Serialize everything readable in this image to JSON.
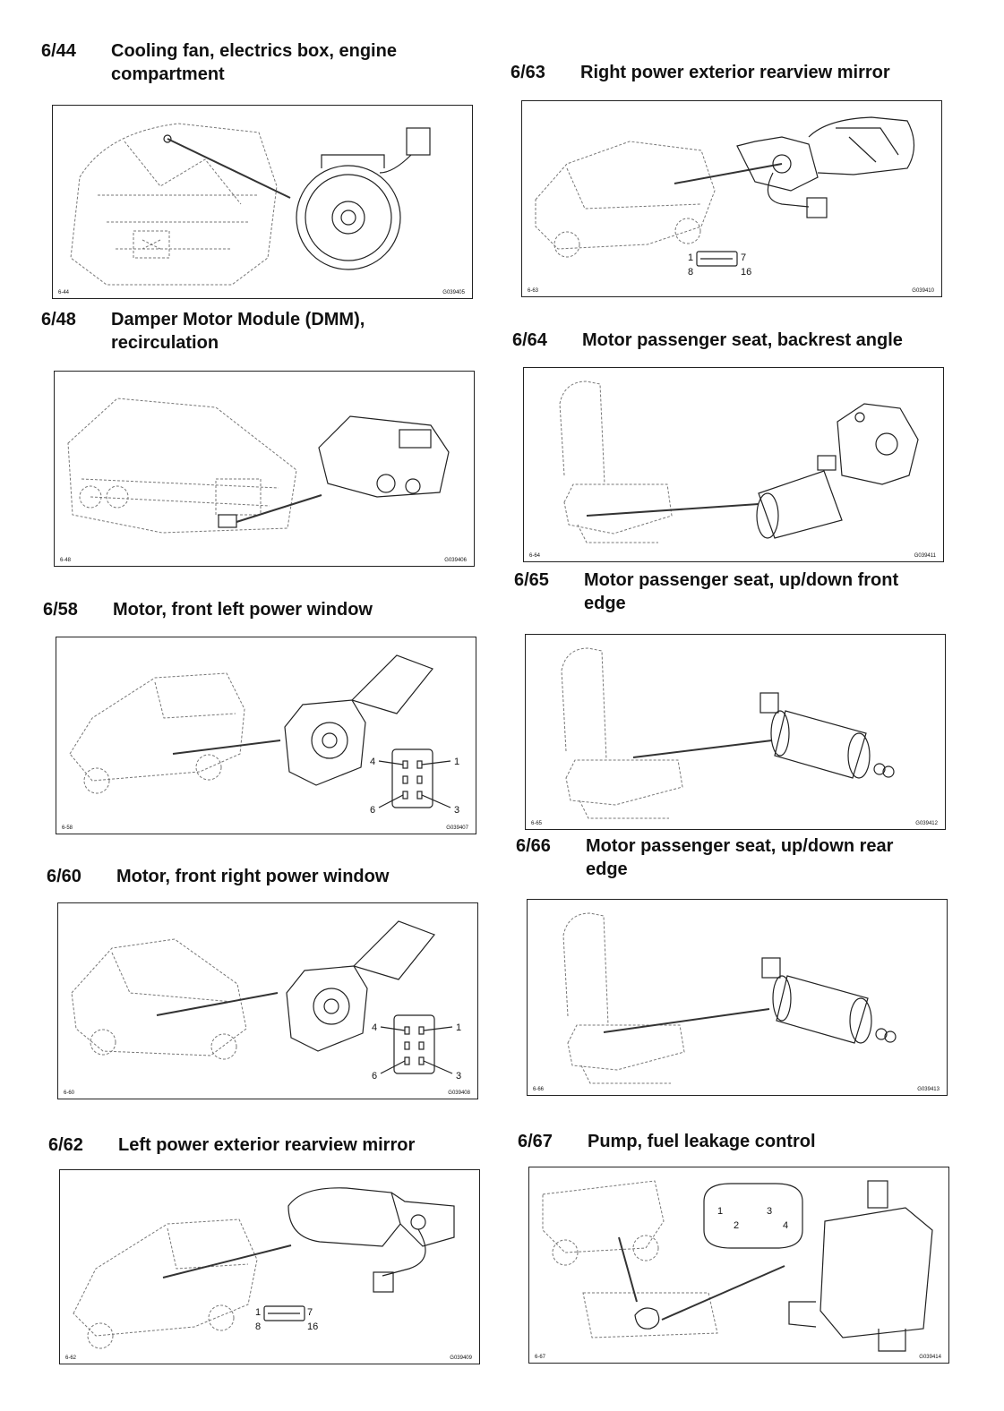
{
  "items": [
    {
      "id": "6-44",
      "number": "6/44",
      "title_line1": "Cooling fan, electrics box, engine",
      "title_line2": "compartment",
      "fig_left": "6-44",
      "fig_right": "G039405"
    },
    {
      "id": "6-48",
      "number": "6/48",
      "title_line1": "Damper Motor Module (DMM),",
      "title_line2": "recirculation",
      "fig_left": "6-48",
      "fig_right": "G039406"
    },
    {
      "id": "6-58",
      "number": "6/58",
      "title_line1": "Motor, front left power window",
      "title_line2": "",
      "fig_left": "6-58",
      "fig_right": "G039407",
      "pins": [
        "4",
        "1",
        "6",
        "3"
      ]
    },
    {
      "id": "6-60",
      "number": "6/60",
      "title_line1": "Motor, front right power window",
      "title_line2": "",
      "fig_left": "6-60",
      "fig_right": "G039408",
      "pins": [
        "4",
        "1",
        "6",
        "3"
      ]
    },
    {
      "id": "6-62",
      "number": "6/62",
      "title_line1": "Left power exterior rearview mirror",
      "title_line2": "",
      "fig_left": "6-62",
      "fig_right": "G039409",
      "pins": [
        "1",
        "7",
        "8",
        "16"
      ]
    },
    {
      "id": "6-63",
      "number": "6/63",
      "title_line1": "Right power exterior rearview mirror",
      "title_line2": "",
      "fig_left": "6-63",
      "fig_right": "G039410",
      "pins": [
        "1",
        "7",
        "8",
        "16"
      ]
    },
    {
      "id": "6-64",
      "number": "6/64",
      "title_line1": "Motor passenger seat, backrest angle",
      "title_line2": "",
      "fig_left": "6-64",
      "fig_right": "G039411"
    },
    {
      "id": "6-65",
      "number": "6/65",
      "title_line1": "Motor passenger seat, up/down front",
      "title_line2": "edge",
      "fig_left": "6-65",
      "fig_right": "G039412"
    },
    {
      "id": "6-66",
      "number": "6/66",
      "title_line1": "Motor passenger seat, up/down rear",
      "title_line2": "edge",
      "fig_left": "6-66",
      "fig_right": "G039413"
    },
    {
      "id": "6-67",
      "number": "6/67",
      "title_line1": "Pump, fuel leakage control",
      "title_line2": "",
      "fig_left": "6-67",
      "fig_right": "G039414",
      "pins": [
        "1",
        "3",
        "2",
        "4"
      ]
    }
  ]
}
